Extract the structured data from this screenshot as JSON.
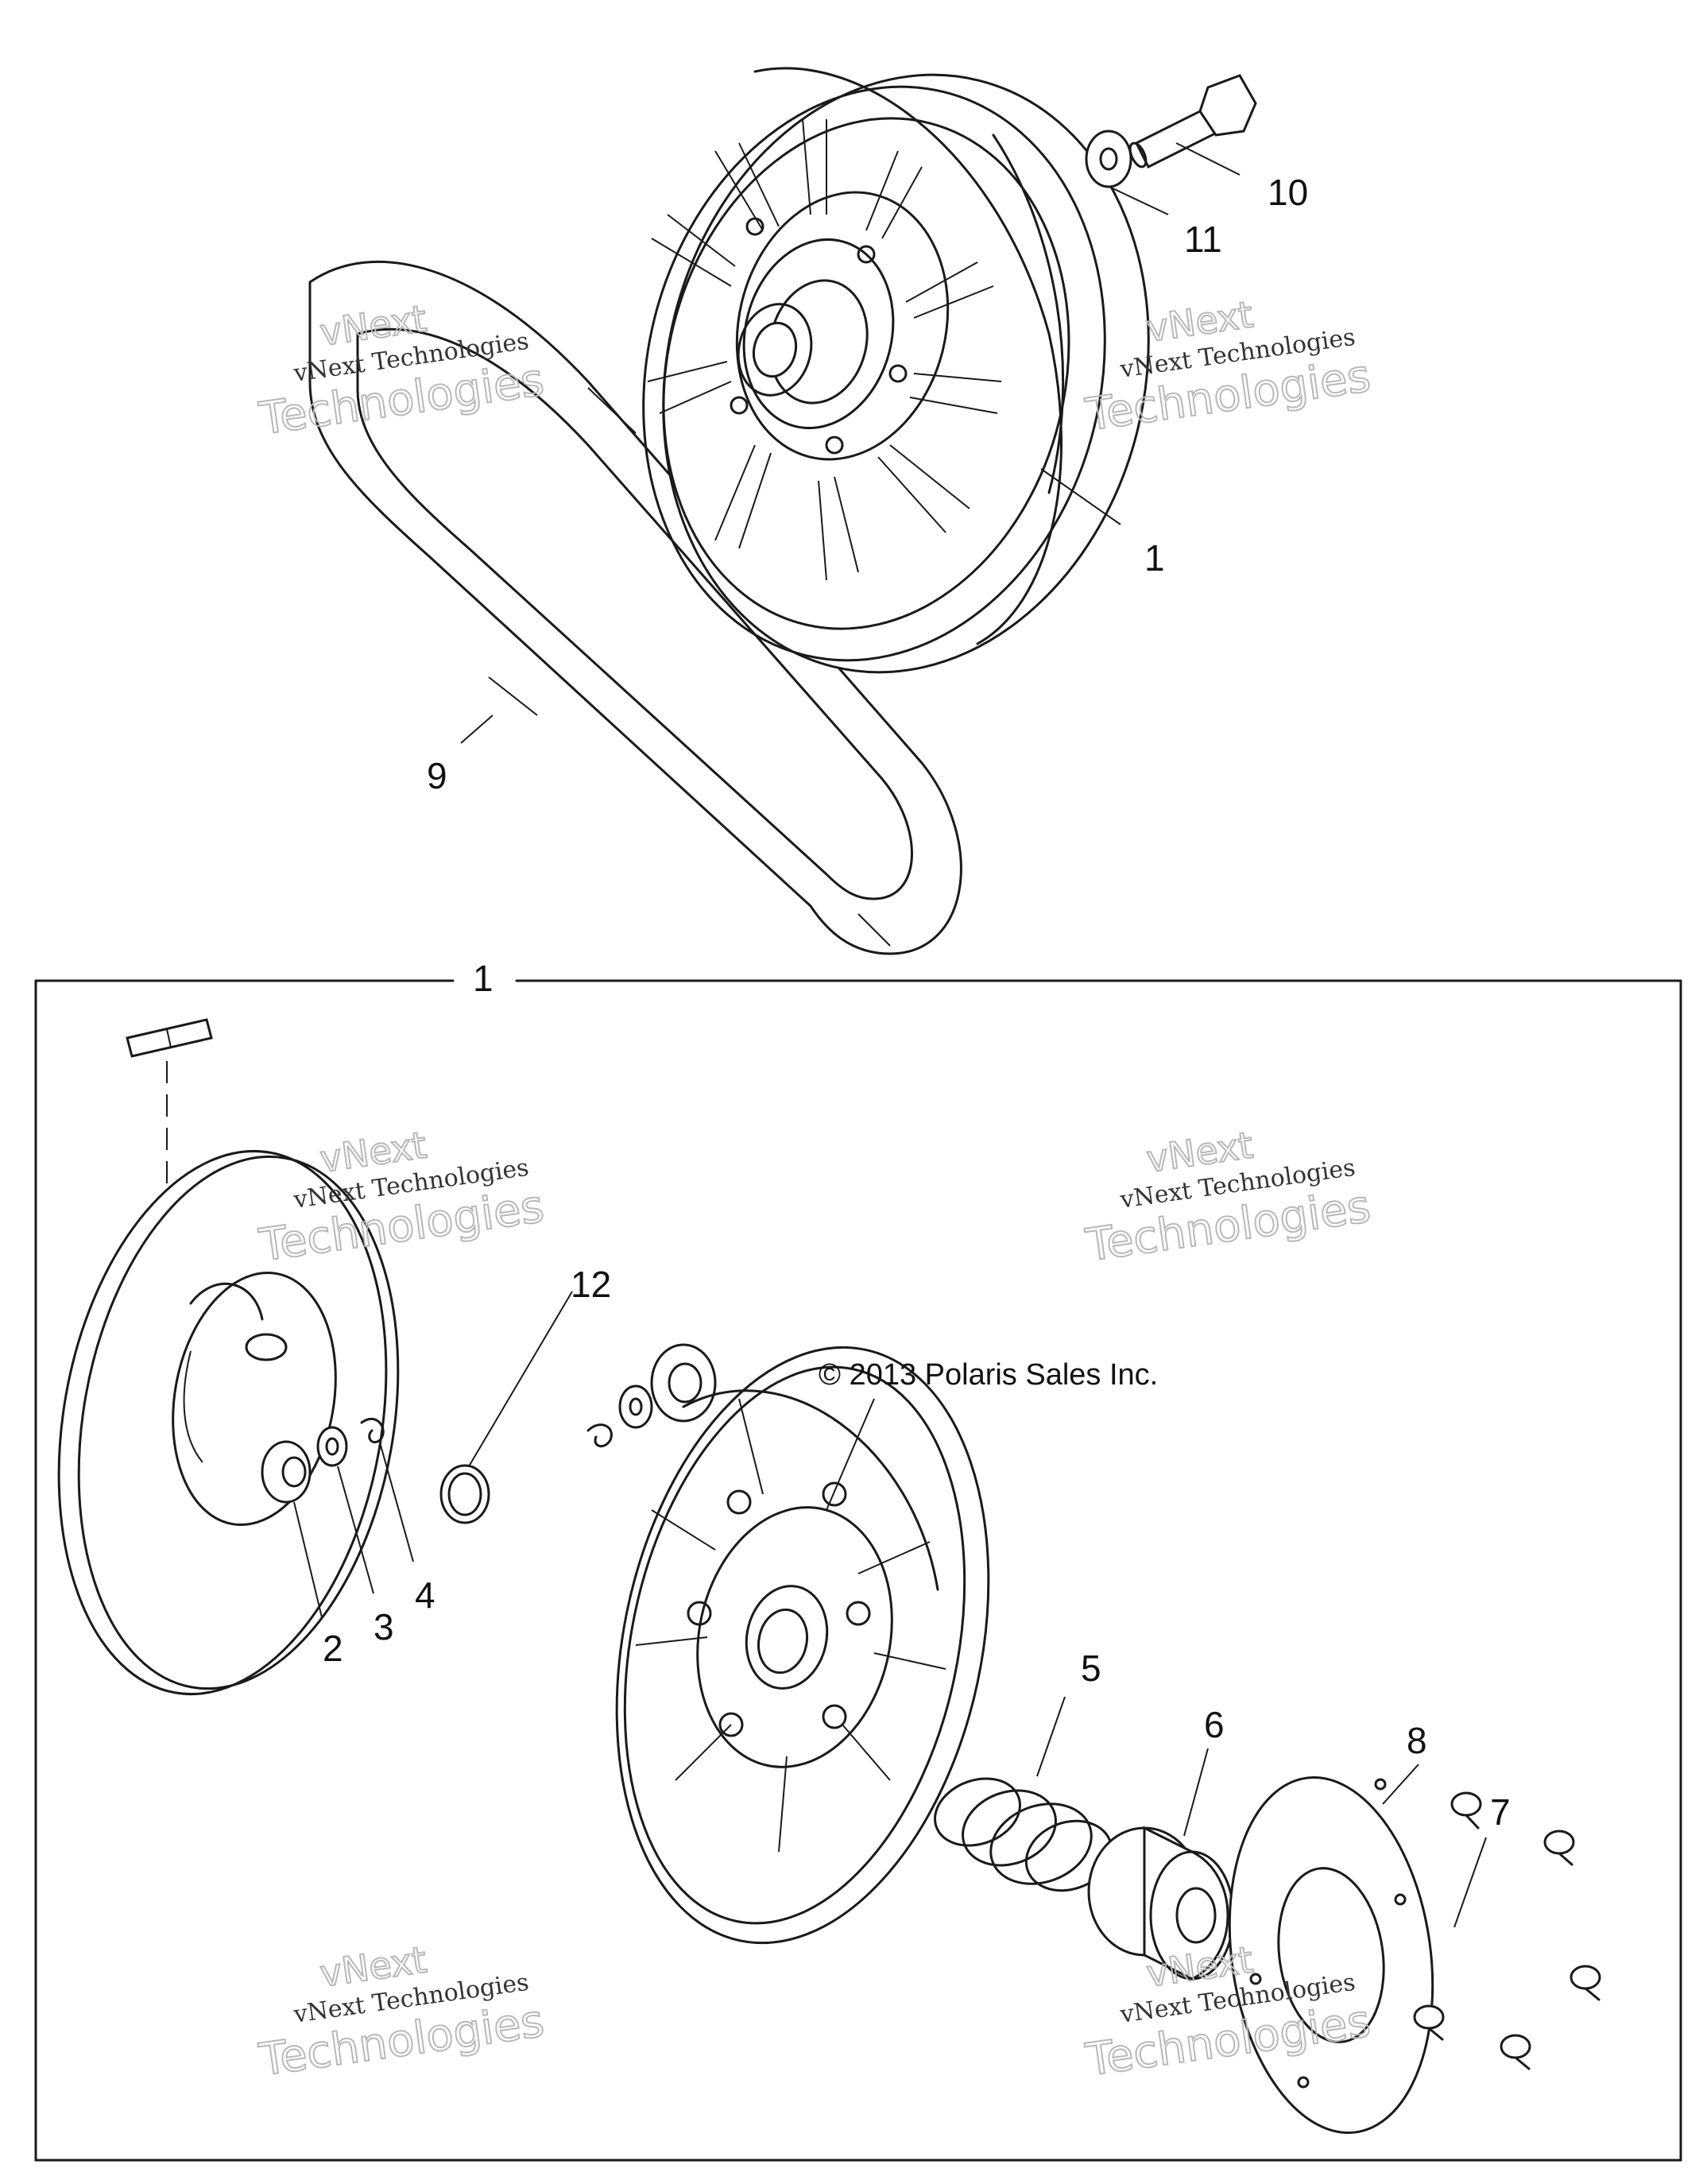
{
  "callouts": {
    "c1_top": "1",
    "c9": "9",
    "c10": "10",
    "c11": "11",
    "c1_box": "1",
    "c12": "12",
    "c2": "2",
    "c3": "3",
    "c4": "4",
    "c5": "5",
    "c6": "6",
    "c7": "7",
    "c8": "8"
  },
  "copyright": "© 2013 Polaris Sales Inc.",
  "watermark": {
    "line1": "vNext Technologies",
    "line2": "vNext",
    "line3": "Technologies"
  }
}
